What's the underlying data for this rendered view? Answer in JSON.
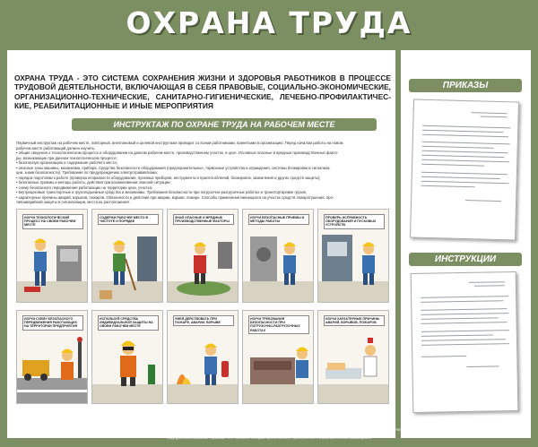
{
  "title": "ОХРАНА ТРУДА",
  "intro": "ОХРАНА ТРУДА - ЭТО СИСТЕМА СОХРАНЕНИЯ ЖИЗНИ И ЗДОРОВЬЯ РАБОТНИКОВ В ПРОЦЕССЕ ТРУДОВОЙ ДЕЯТЕЛЬНОСТИ, ВКЛЮЧАЮЩАЯ В СЕБЯ ПРАВОВЫЕ, СОЦИАЛЬНО-ЭКОНОМИЧЕСКИЕ, ОРГАНИЗАЦИОННО-ТЕХНИЧЕСКИЕ, САНИТАРНО-ГИГИЕНИЧЕСКИЕ, ЛЕЧЕБНО-ПРОФИЛАКТИЧЕС-КИЕ, РЕАБИЛИТАЦИОННЫЕ И ИНЫЕ МЕРОПРИЯТИЯ",
  "sections": {
    "briefing": "ИНСТРУКТАЖ ПО ОХРАНЕ ТРУДА НА РАБОЧЕМ МЕСТЕ",
    "orders": "ПРИКАЗЫ",
    "instructions": "ИНСТРУКЦИИ"
  },
  "body_lines": [
    "Первичный инструктаж на рабочем месте, повторный, внеплановый и целевой инструктажи проводит со всеми работниками, принятыми в организацию. Перед началом работы на новом",
    "рабочем месте работающий должен изучить:",
    "• общие сведения о технологическом процессе и оборудовании на данном рабочем месте, производственном участке, в цехе. Основные опасные и вредные производственные факто-",
    "ры, возникающие при данном технологическом процессе;",
    "• безопасную организацию и содержание рабочего места;",
    "• опасные зоны машины, механизма, прибора. Средства безопасности оборудования (предохранительные, тормозные устройства и ограждения, системы блокировки и сигнализа-",
    "ции, знаки безопасности). Требования по предупреждению электротравматизма;",
    "• порядок подготовки к работе (проверка исправности оборудования, пусковых приборов, инструмента и приспособлений, блокировок, заземления и других средств защиты);",
    "• безопасные приемы и методы работы, действия при возникновении опасной ситуации;",
    "• схему безопасного передвижения работающих на территории цеха, участка;",
    "• внутрицеховые транспортные и грузоподъемные средства и механизмы. Требования безопасности при погрузочно-разгрузочных работах и транспортировке грузов;",
    "• характерные причины аварий, взрывов, пожаров. Обязанности и действия при аварии, взрыве, пожаре. Способы применения имеющихся на участке средств пожаротушения, про-",
    "тивоаварийной защиты и сигнализации, места их расположения."
  ],
  "cells": [
    {
      "label": "Изучи технологический процесс на своем рабочем месте"
    },
    {
      "label": "Содержи рабочее место в чистоте и порядке"
    },
    {
      "label": "Знай опасные и вредные производственные факторы"
    },
    {
      "label": "Изучи безопасные приемы и методы работы"
    },
    {
      "label": "Проверь исправность оборудования и пусковых устройств"
    },
    {
      "label": "Изучи схему безопасного передвижения работающих на территории предприятия"
    },
    {
      "label": "Используй средства индивидуальной защиты на своем рабочем месте"
    },
    {
      "label": "Умей действовать при пожаре, аварии, взрыве"
    },
    {
      "label": "Изучи требования безопасности при погрузочно-разгрузочных работах"
    },
    {
      "label": "Изучи характерные причины аварий, взрывов, пожаров"
    }
  ],
  "footer": "ЗНАКИ БЕЗОПАСНОСТИ, СТЕНДЫ, ЖУРНАЛЫ, УДОСТОВЕРЕНИЯ, НОРМАТИВНАЯ ЛИТЕРАТУРА, ОБУЧАЮЩИЕ ПРОГРАММЫ, СХЕМЫ СТРОПОВКИ И СКЛАДИРОВАНИЯ ГРУЗОВ, ПЛАНЫ ЭВАКУАЦИИ, УЧЕБНЫЕ КЛАССЫ И КАБИНЕТЫ ПО ОХРАНЕ ТРУДА, СРЕДСТВА ИНДИВИДУАЛЬНОЙ ЗАЩИТЫ, ПРОТИВОПОЖАРНОЕ ОБОРУДОВАНИЕ",
  "copyright": "Copyright© 2014, Компания «Практика»   Тел.: 960-33-00 тел./факс: 8(495) 232-36-27, 8(499) 230-34-70   www.prakt.ru   E-mail: praktika@bk.ru",
  "colors": {
    "board": "#7b8f62",
    "accent": "#4d5c3b"
  }
}
